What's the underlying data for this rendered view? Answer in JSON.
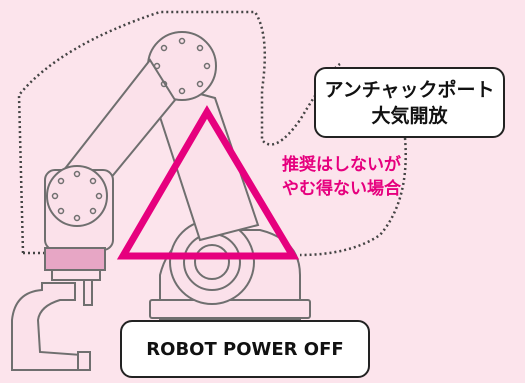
{
  "callouts": {
    "port_release_line1": "アンチャックポート",
    "port_release_line2": "大気開放",
    "power_off": "ROBOT POWER OFF"
  },
  "warning": {
    "line1": "推奨はしないが",
    "line2": "やむ得ない場合",
    "color": "#e6007e"
  },
  "colors": {
    "background": "#fce4ec",
    "robot_fill": "#fbe1ea",
    "robot_stroke": "#6f6f6f",
    "flange": "#e7a6c5",
    "dotted_line": "#444444",
    "callout_border": "#222222"
  }
}
